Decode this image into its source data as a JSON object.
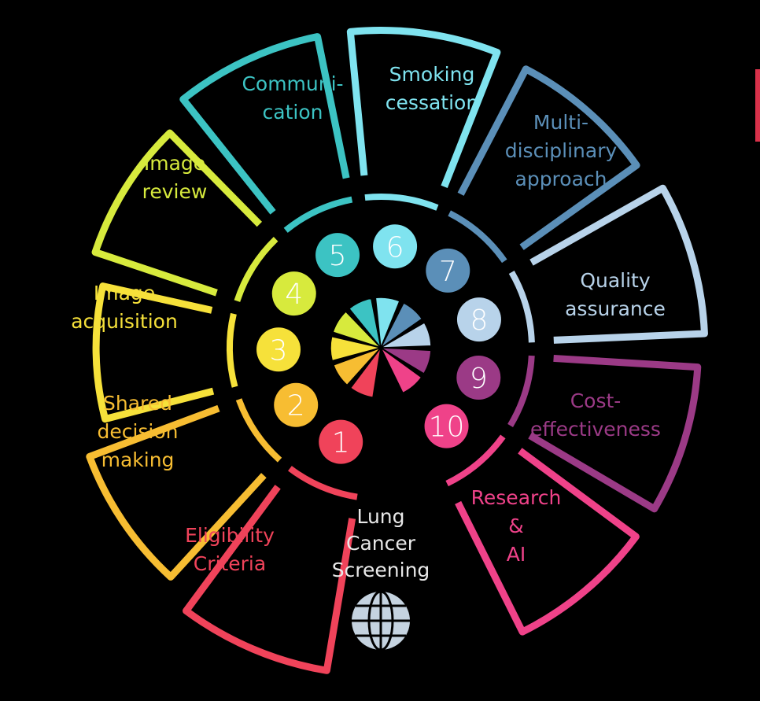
{
  "center": {
    "lines": [
      "Lung",
      "Cancer",
      "Screening"
    ],
    "icon": "globe-icon"
  },
  "segments": [
    {
      "number": "1",
      "lines": [
        "Eligibility",
        "Criteria"
      ],
      "color": "#f0435a"
    },
    {
      "number": "2",
      "lines": [
        "Shared",
        "decision",
        "making"
      ],
      "color": "#f7bd32"
    },
    {
      "number": "3",
      "lines": [
        "Image",
        "acquisition"
      ],
      "color": "#f6e13a"
    },
    {
      "number": "4",
      "lines": [
        "Image",
        "review"
      ],
      "color": "#d7ea3d"
    },
    {
      "number": "5",
      "lines": [
        "Communi-",
        "cation"
      ],
      "color": "#3cc3c3"
    },
    {
      "number": "6",
      "lines": [
        "Smoking",
        "cessation"
      ],
      "color": "#7fe3ef"
    },
    {
      "number": "7",
      "lines": [
        "Multi-",
        "disciplinary",
        "approach"
      ],
      "color": "#5b8fb8"
    },
    {
      "number": "8",
      "lines": [
        "Quality",
        "assurance"
      ],
      "color": "#b8d3ea"
    },
    {
      "number": "9",
      "lines": [
        "Cost-",
        "effectiveness"
      ],
      "color": "#9b3a86"
    },
    {
      "number": "10",
      "lines": [
        "Research",
        "&",
        "AI"
      ],
      "color": "#ef4289"
    }
  ]
}
